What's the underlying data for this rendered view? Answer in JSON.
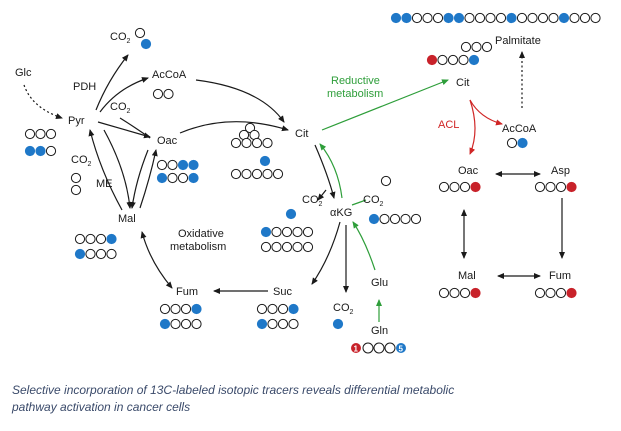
{
  "colors": {
    "labeled_carbon_blue": "#1f78c8",
    "labeled_carbon_red": "#c8222a",
    "reductive_arrow": "#2e9e3a",
    "acl_arrow": "#d02626"
  },
  "metabolites": {
    "glc": "Glc",
    "pyr": "Pyr",
    "pdh": "PDH",
    "accoa_left": "AcCoA",
    "co2_top": "CO",
    "co2_mid": "CO",
    "co2_pyr": "CO",
    "oac_left": "Oac",
    "me": "ME",
    "mal_left": "Mal",
    "fum_left": "Fum",
    "suc": "Suc",
    "cit_left": "Cit",
    "co2_akg_a": "CO",
    "co2_akg_b": "CO",
    "akg": "αKG",
    "glu": "Glu",
    "co2_bottom": "CO",
    "gln": "Gln",
    "cit_right": "Cit",
    "palmitate": "Palmitate",
    "accoa_right": "AcCoA",
    "oac_right": "Oac",
    "asp": "Asp",
    "mal_right": "Mal",
    "fum_right": "Fum"
  },
  "subscript_2": "2",
  "pathway_labels": {
    "oxidative_line1": "Oxidative",
    "oxidative_line2": "metabolism",
    "reductive_line1": "Reductive",
    "reductive_line2": "metabolism",
    "acl": "ACL"
  },
  "gln_label_numbers": {
    "first": "1",
    "last": "5"
  },
  "caption_line1": "Selective incorporation of 13C-labeled isotopic tracers reveals differential metabolic",
  "caption_line2": "pathway activation in cancer cells"
}
